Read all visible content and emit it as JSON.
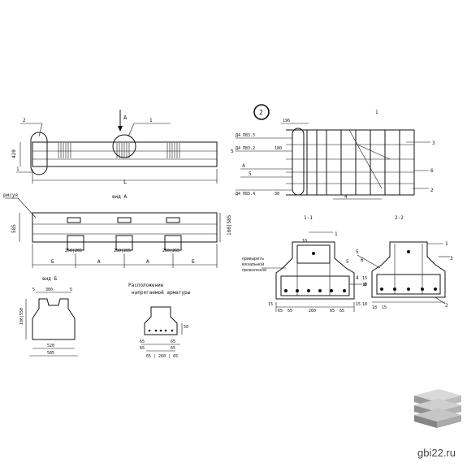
{
  "drawing": {
    "top_view": {
      "length_label": "L",
      "height_label": "420",
      "callout_1": "1",
      "callout_2": "2",
      "section_arrow_a": "А",
      "view_a_title": "вид А"
    },
    "view_a": {
      "left_note": "рисуя",
      "height_left": "585",
      "height_right": "180|585",
      "dim_b_left": "Б",
      "dim_a": "А",
      "dim_a2": "А",
      "dim_b_right": "Б",
      "slot_dims": [
        "250|265",
        "250|265",
        "250|265"
      ]
    },
    "view_b": {
      "title": "вид Б",
      "dim_top_left": "5",
      "dim_top_mid": "300",
      "dim_top_right": "5",
      "height_dims": "180|550",
      "dim_bottom_1": "520",
      "dim_bottom_2": "585"
    },
    "reinf_layout": {
      "title_line1": "Расположение",
      "title_line2": "напрягаемой арматуры",
      "dim_right": "50",
      "bottom_dims": [
        "65",
        "65",
        "65",
        "65"
      ],
      "bottom_mid": "65 | 260 | 65"
    },
    "detail": {
      "badge": "2",
      "label_d1": "Д4 П83.5",
      "label_d2": "Д4 П83.2",
      "label_d3": "Д4 П83.4",
      "dim_196": "196",
      "dim_180": "180",
      "dim_30": "30",
      "callouts": [
        "1",
        "3",
        "4",
        "5",
        "6",
        "2",
        "4"
      ],
      "section_11": "1-1",
      "section_22": "2-2",
      "left_side_5": "5"
    },
    "section_11": {
      "notes": [
        "приварить",
        "вязальной",
        "проволокой"
      ],
      "dims_bottom": [
        "15",
        "65",
        "65",
        "260",
        "65",
        "65",
        "15"
      ],
      "callouts": [
        "1",
        "10",
        "5",
        "4",
        "6"
      ]
    },
    "section_22": {
      "callouts": [
        "1",
        "2",
        "3",
        "5",
        "6"
      ],
      "dims_bottom": [
        "15",
        "10",
        "18",
        "18",
        "15"
      ]
    }
  },
  "watermark": {
    "site": "gbi22.ru",
    "logo_icon": "stacked-slabs-icon"
  },
  "colors": {
    "ink": "#111111",
    "paper": "#ffffff",
    "logo": "#8a8a8a"
  }
}
